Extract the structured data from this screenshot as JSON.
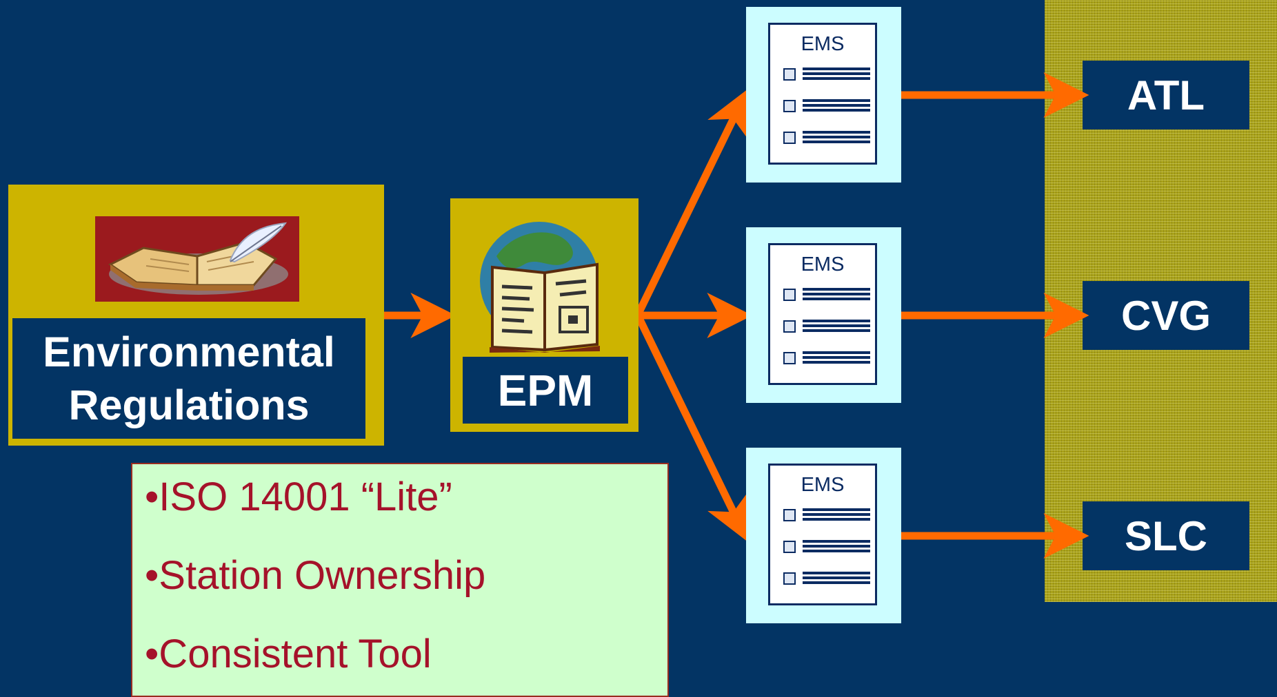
{
  "source": {
    "label_line1": "Environmental",
    "label_line2": "Regulations",
    "image_icon": "open-book-with-quill-icon"
  },
  "epm": {
    "label": "EPM",
    "image_icon": "globe-with-open-book-icon"
  },
  "ems_documents": [
    {
      "title": "EMS",
      "icon": "checklist-document-icon"
    },
    {
      "title": "EMS",
      "icon": "checklist-document-icon"
    },
    {
      "title": "EMS",
      "icon": "checklist-document-icon"
    }
  ],
  "sites": [
    "ATL",
    "CVG",
    "SLC"
  ],
  "bullets": [
    "•ISO 14001 “Lite”",
    "•Station Ownership",
    "•Consistent Tool"
  ],
  "colors": {
    "background": "#033464",
    "gold_panel": "#cdb400",
    "arrow": "#ff6a00",
    "ems_card": "#ccfdff",
    "bullet_box": "#cfffcc",
    "bullet_text": "#a5122a"
  }
}
